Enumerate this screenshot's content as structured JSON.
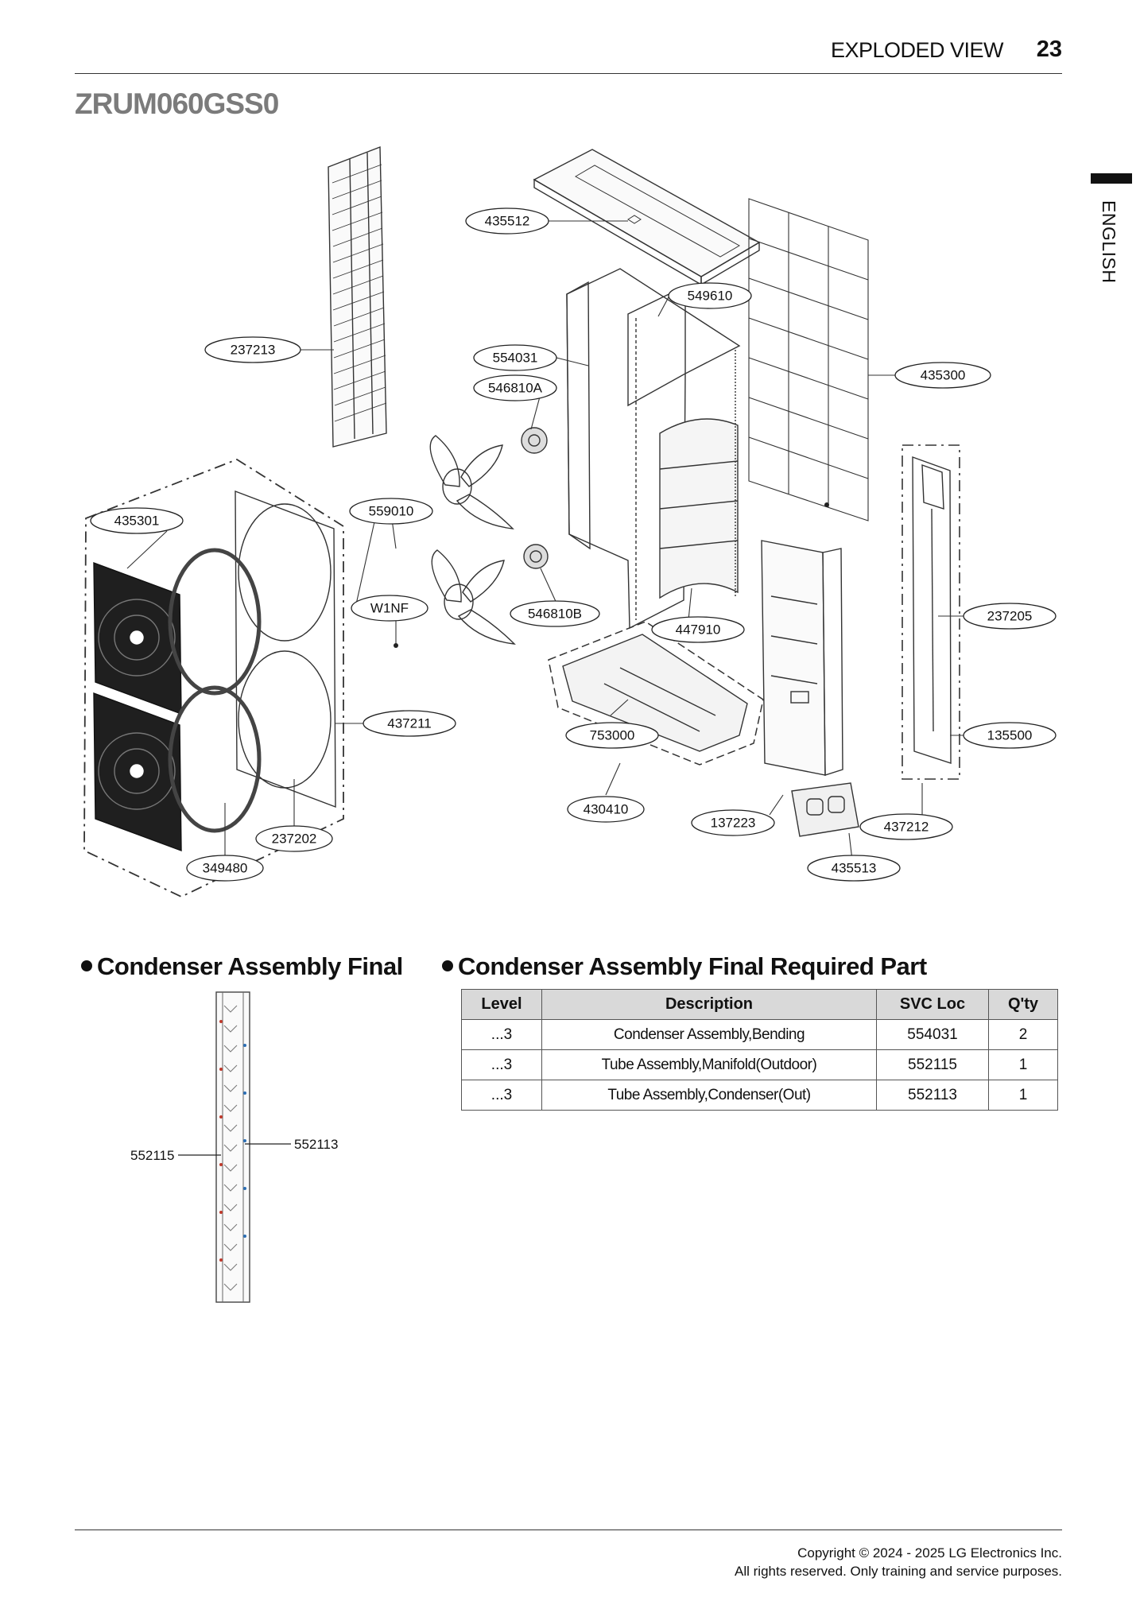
{
  "header": {
    "section_title": "EXPLODED VIEW",
    "page_number": "23"
  },
  "model": "ZRUM060GSS0",
  "language_tab": "ENGLISH",
  "callouts": {
    "c435512": "435512",
    "c549610": "549610",
    "c237213": "237213",
    "c554031": "554031",
    "c546810A": "546810A",
    "c435300": "435300",
    "c435301": "435301",
    "c559010": "559010",
    "cW1NF": "W1NF",
    "c546810B": "546810B",
    "c447910": "447910",
    "c237205": "237205",
    "c437211": "437211",
    "c753000": "753000",
    "c135500": "135500",
    "c430410": "430410",
    "c137223": "137223",
    "c437212": "437212",
    "c237202": "237202",
    "c349480": "349480",
    "c435513": "435513"
  },
  "condenser_section": {
    "title": "Condenser Assembly Final",
    "labels": {
      "left": "552115",
      "right": "552113"
    }
  },
  "required_parts": {
    "title": "Condenser Assembly Final Required Part",
    "headers": {
      "level": "Level",
      "description": "Description",
      "svc_loc": "SVC Loc",
      "qty": "Q'ty"
    },
    "rows": [
      {
        "level": "...3",
        "description": "Condenser Assembly,Bending",
        "svc_loc": "554031",
        "qty": "2"
      },
      {
        "level": "...3",
        "description": "Tube Assembly,Manifold(Outdoor)",
        "svc_loc": "552115",
        "qty": "1"
      },
      {
        "level": "...3",
        "description": "Tube Assembly,Condenser(Out)",
        "svc_loc": "552113",
        "qty": "1"
      }
    ]
  },
  "footer": {
    "line1": "Copyright © 2024 - 2025 LG Electronics Inc.",
    "line2": "All rights reserved. Only training and service purposes."
  }
}
